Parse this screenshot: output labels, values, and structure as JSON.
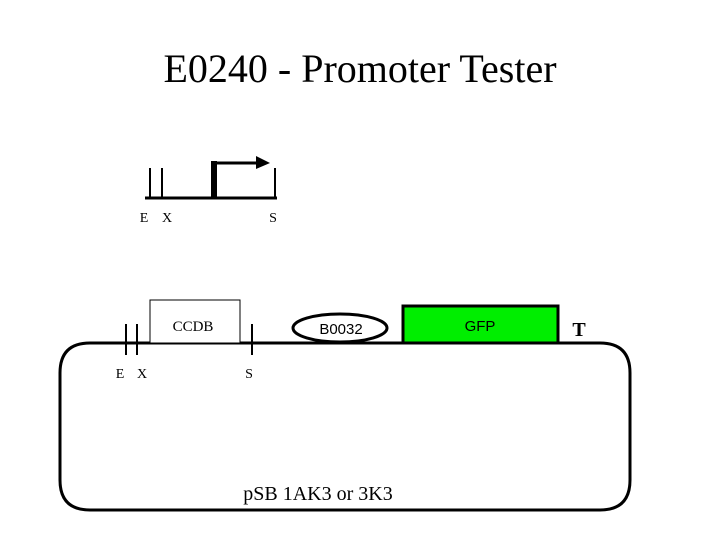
{
  "title": "E0240 - Promoter Tester",
  "promoter_part": {
    "site_labels": [
      "E",
      "X",
      "S"
    ]
  },
  "construct": {
    "site_labels": [
      "E",
      "X",
      "S"
    ],
    "ccdb_label": "CCDB",
    "rbs_label": "B0032",
    "gfp_label": "GFP",
    "terminator_label": "T",
    "backbone_label": "pSB 1AK3 or 3K3"
  },
  "colors": {
    "gfp_fill": "#00ee00",
    "line": "#000000"
  }
}
